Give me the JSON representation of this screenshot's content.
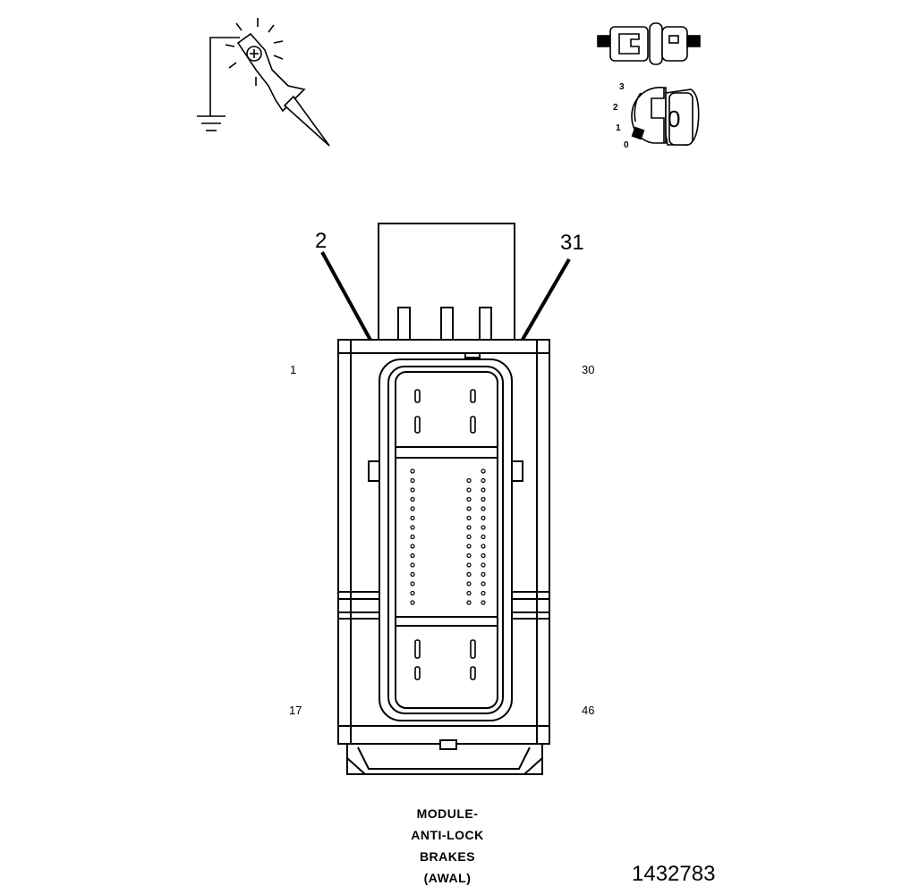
{
  "diagram": {
    "callouts": {
      "left": "2",
      "right": "31"
    },
    "pin_labels": {
      "top_left": "1",
      "top_right": "30",
      "bottom_left": "17",
      "bottom_right": "46"
    },
    "caption_lines": [
      "MODULE-",
      "ANTI-LOCK",
      "BRAKES",
      "(AWAL)"
    ],
    "figure_number": "1432783",
    "ignition_dial": {
      "positions": [
        "3",
        "2",
        "1",
        "0"
      ],
      "key_label": "0"
    },
    "icons": [
      "test-probe-ground-icon",
      "disconnected-connector-icon",
      "ignition-key-off-icon"
    ],
    "colors": {
      "ink": "#000000",
      "background": "#ffffff",
      "fill_gray": "#e6e6e6"
    }
  }
}
